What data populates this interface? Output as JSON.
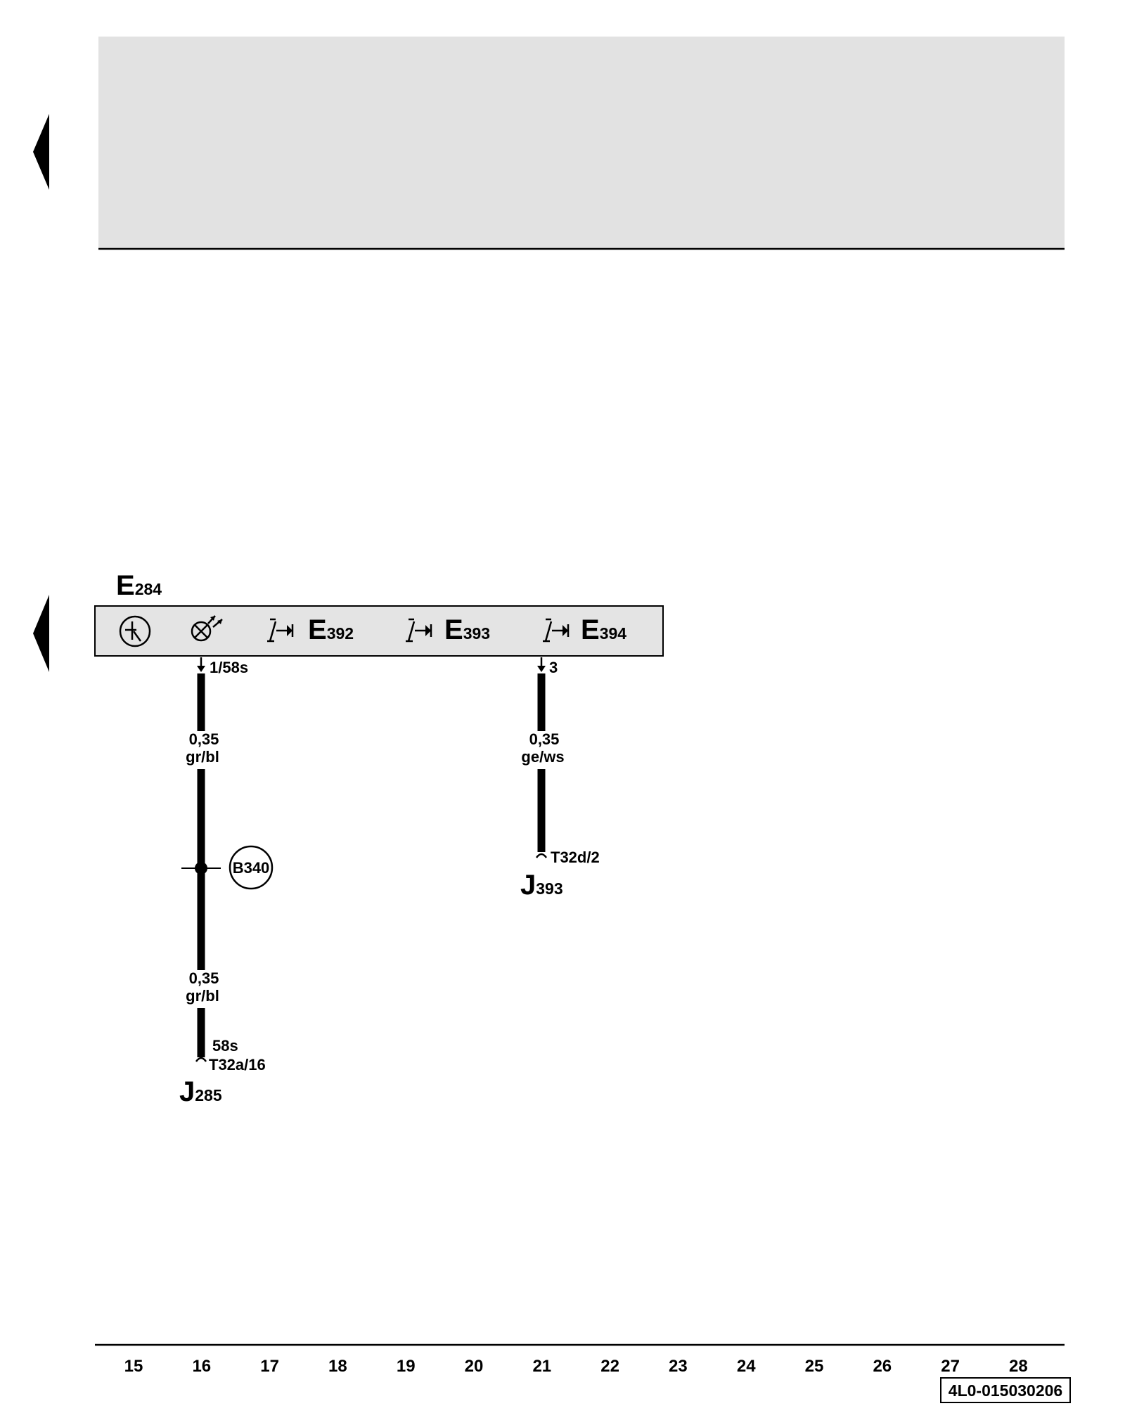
{
  "components": {
    "e284": {
      "letter": "E",
      "sub": "284"
    },
    "e392": {
      "letter": "E",
      "sub": "392"
    },
    "e393": {
      "letter": "E",
      "sub": "393"
    },
    "e394": {
      "letter": "E",
      "sub": "394"
    },
    "j285": {
      "letter": "J",
      "sub": "285"
    },
    "j393": {
      "letter": "J",
      "sub": "393"
    }
  },
  "wire_left": {
    "top_pin": "1/58s",
    "gauge_1": "0,35",
    "color_1": "gr/bl",
    "splice": "B340",
    "gauge_2": "0,35",
    "color_2": "gr/bl",
    "end_pin_code": "58s",
    "end_connector": "T32a/16"
  },
  "wire_right": {
    "top_pin": "3",
    "gauge": "0,35",
    "color": "ge/ws",
    "end_connector": "T32d/2"
  },
  "columns": [
    "15",
    "16",
    "17",
    "18",
    "19",
    "20",
    "21",
    "22",
    "23",
    "24",
    "25",
    "26",
    "27",
    "28"
  ],
  "doc_id": "4L0-015030206",
  "colors": {
    "header_fill": "#e2e2e2",
    "strip_fill": "#e4e4e4",
    "line": "#000000"
  }
}
